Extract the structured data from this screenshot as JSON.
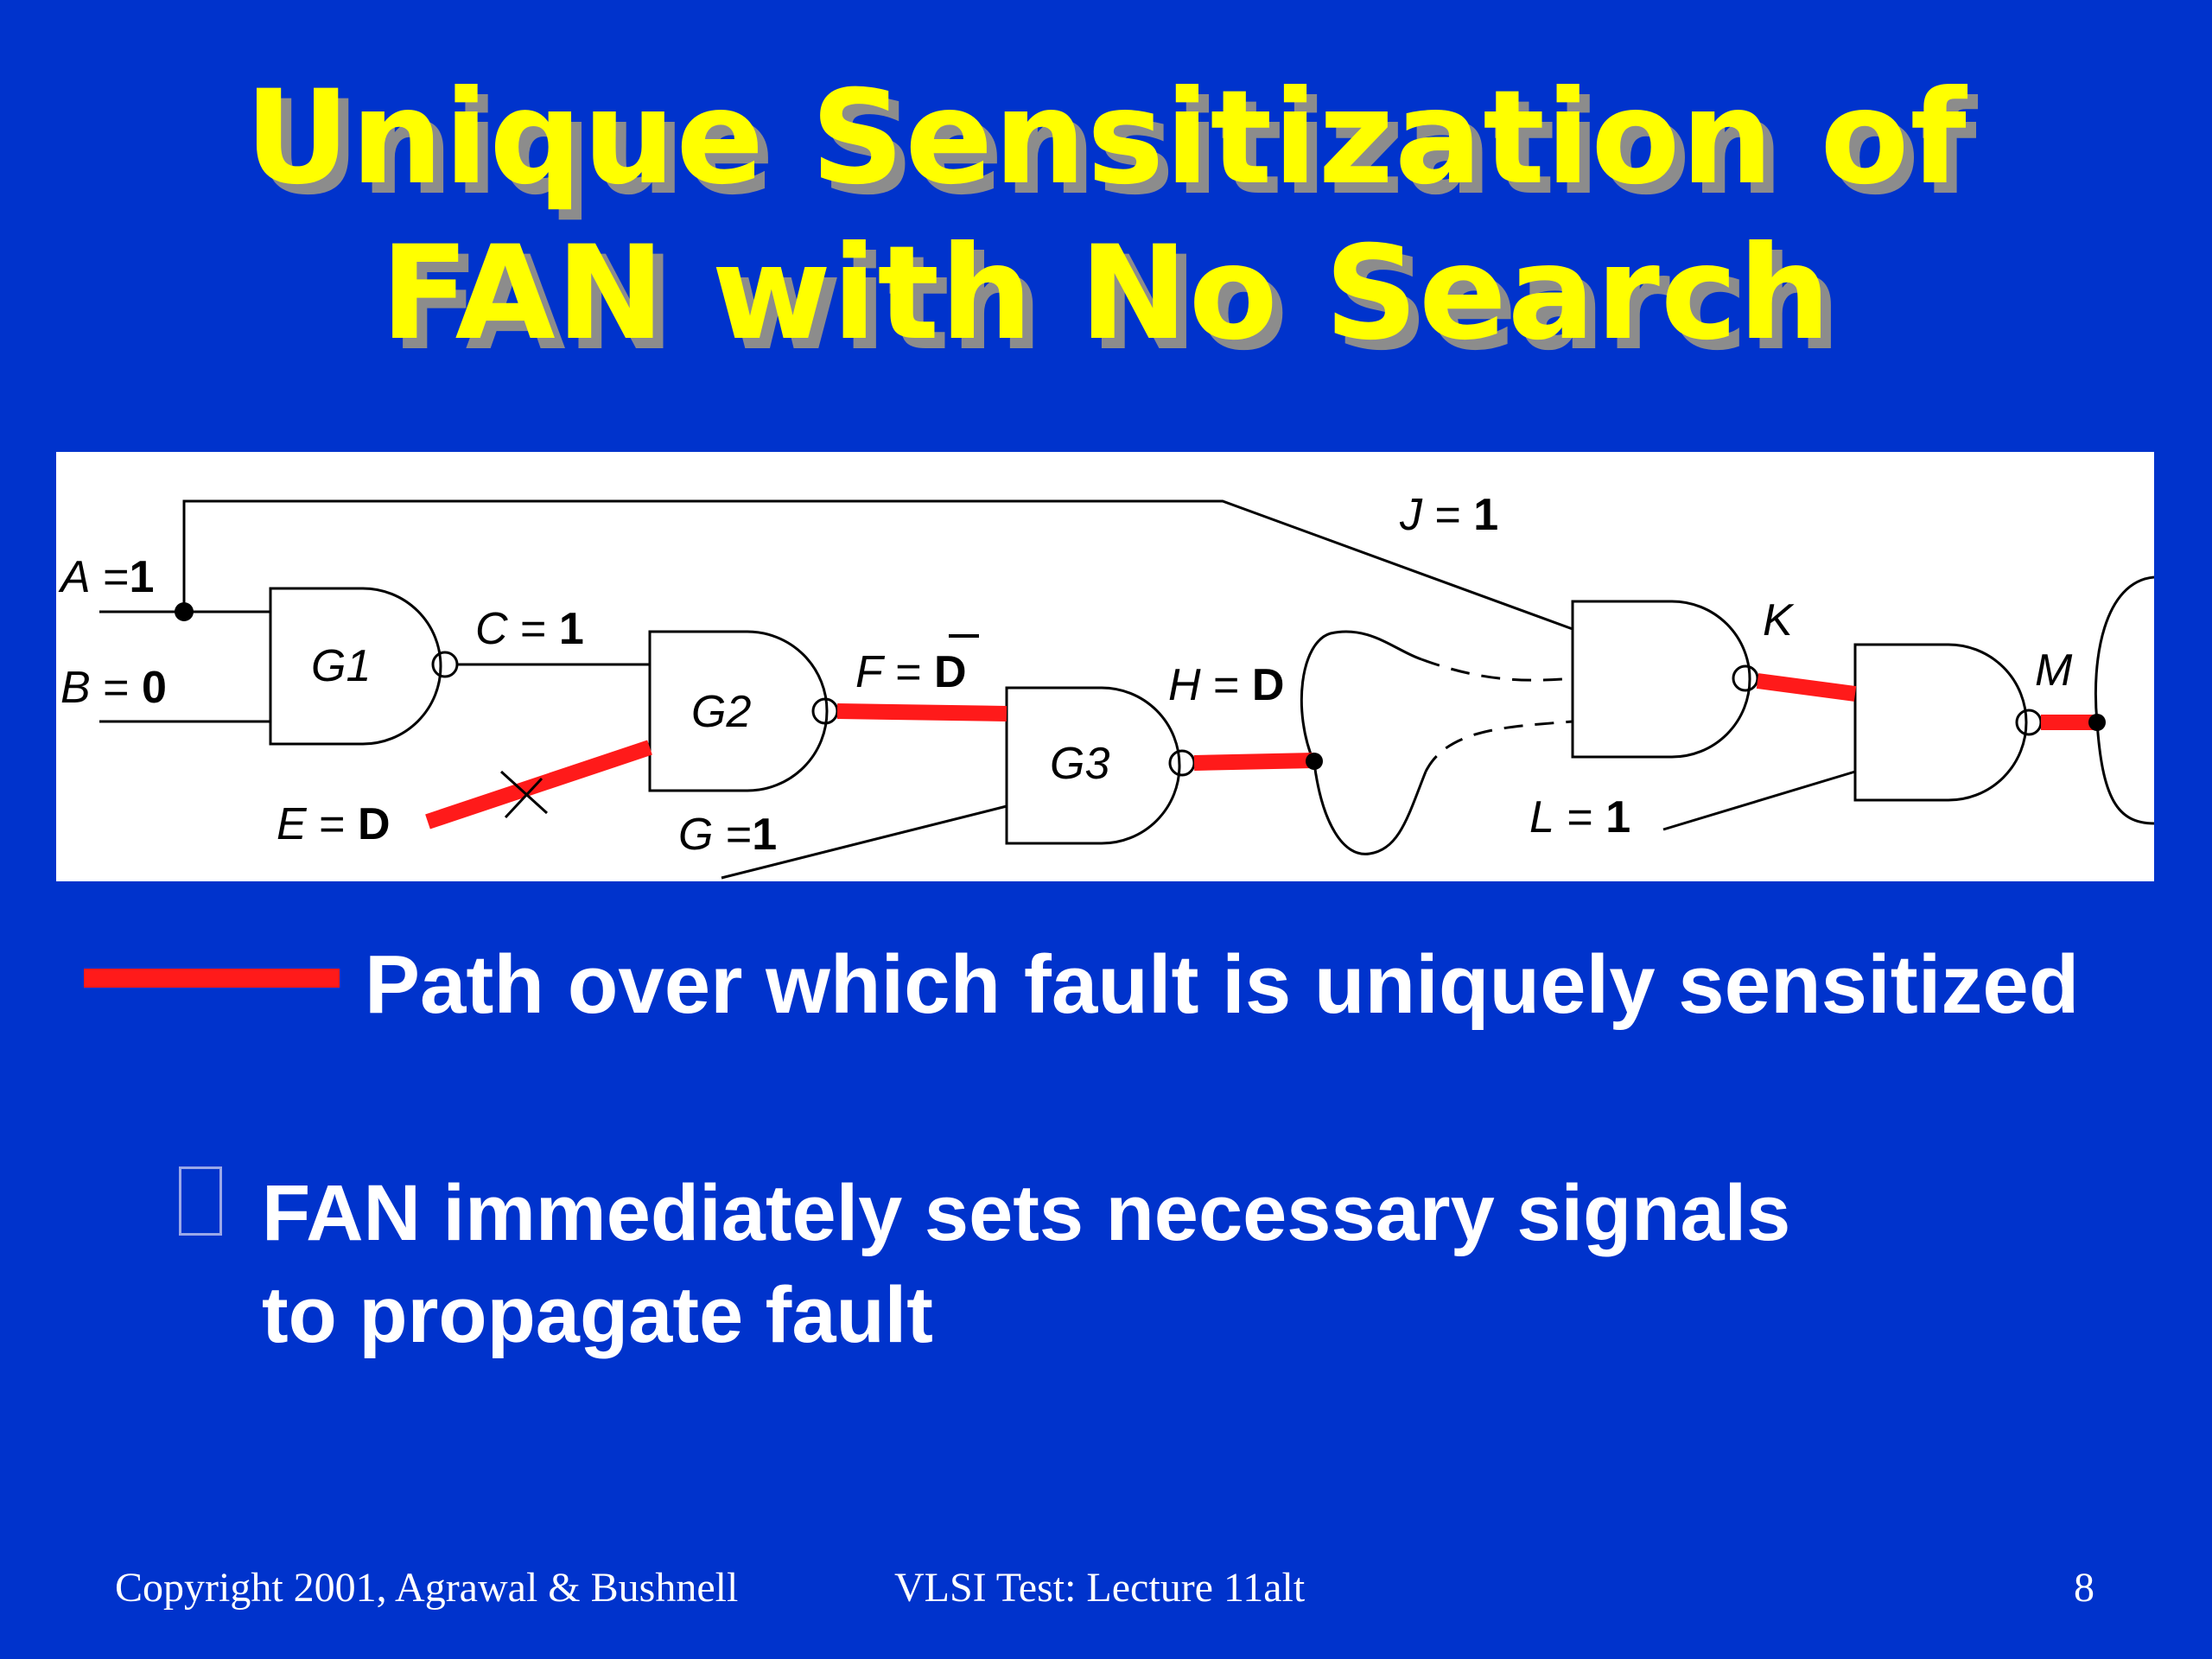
{
  "title": {
    "line1": "Unique Sensitization of",
    "line2": "FAN with No Search"
  },
  "diagram": {
    "gates": [
      "G1",
      "G2",
      "G3"
    ],
    "signals": {
      "A": {
        "name": "A",
        "value": "1"
      },
      "B": {
        "name": "B",
        "value": "0"
      },
      "C": {
        "name": "C",
        "value": "1"
      },
      "E": {
        "name": "E",
        "value": "D"
      },
      "F": {
        "name": "F",
        "value": "D"
      },
      "G": {
        "name": "G",
        "value": "1"
      },
      "H": {
        "name": "H",
        "value": "D"
      },
      "J": {
        "name": "J",
        "value": "1"
      },
      "K": {
        "name": "K"
      },
      "L": {
        "name": "L",
        "value": "1"
      },
      "M": {
        "name": "M"
      }
    },
    "highlight_color": "#ff1a1a"
  },
  "legend": {
    "text": "Path over which fault is uniquely sensitized"
  },
  "bullet": {
    "icon": "square-bullet-icon",
    "line1": "FAN immediately sets necessary signals",
    "line2": "to propagate fault"
  },
  "footer": {
    "copyright": "Copyright 2001, Agrawal & Bushnell",
    "course": "VLSI Test: Lecture 11alt",
    "page": "8"
  },
  "colors": {
    "background": "#0033cc",
    "title": "#ffff00",
    "title_shadow": "#8c8c8c",
    "text": "#ffffff"
  }
}
